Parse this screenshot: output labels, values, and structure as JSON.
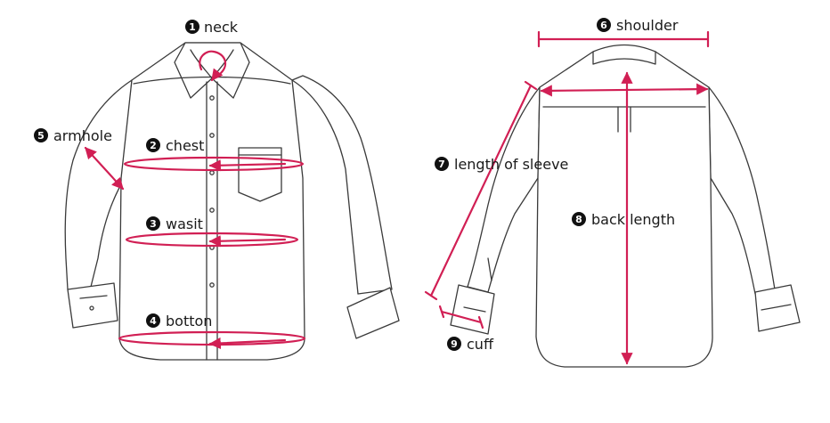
{
  "colors": {
    "measure": "#d11f54",
    "outline": "#3a3a3a",
    "badge": "#111111"
  },
  "labels": [
    {
      "id": "neck",
      "num": "1",
      "text": "neck"
    },
    {
      "id": "chest",
      "num": "2",
      "text": "chest"
    },
    {
      "id": "wasit",
      "num": "3",
      "text": "wasit"
    },
    {
      "id": "botton",
      "num": "4",
      "text": "botton"
    },
    {
      "id": "armhole",
      "num": "5",
      "text": "armhole"
    },
    {
      "id": "shoulder",
      "num": "6",
      "text": "shoulder"
    },
    {
      "id": "sleeve",
      "num": "7",
      "text": "length of sleeve"
    },
    {
      "id": "back-length",
      "num": "8",
      "text": "back length"
    },
    {
      "id": "cuff",
      "num": "9",
      "text": "cuff"
    }
  ]
}
